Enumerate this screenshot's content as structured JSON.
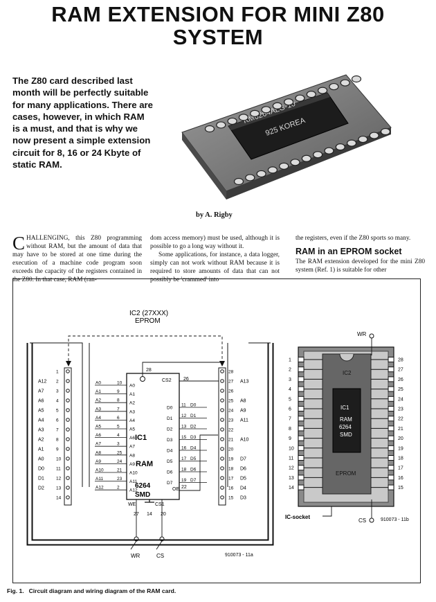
{
  "article": {
    "title_line1": "RAM EXTENSION FOR MINI Z80",
    "title_line2": "SYSTEM",
    "intro": "The Z80 card described last month will be perfectly suitable for many applications. There are cases, however, in which RAM is a must, and that is why we now present a simple extension circuit for 8, 16 or 24 Kbyte of static RAM.",
    "byline": "by A. Rigby",
    "col1_dropcap": "C",
    "col1_text": "HALLENGING, this Z80 programming without RAM, but the amount of data that may have to be stored at one time during the execution of a machine code program soon exceeds the capacity of the registers contained in the Z80. In that case, RAM (ran-",
    "col2_p1": "dom access memory) must be used, although it is possible to go a long way without it.",
    "col2_p2": "Some applications, for instance, a data logger, simply can not work without RAM because it is required to store amounts of data that can not possibly be 'crammed' into",
    "col3_p1": "the registers, even if the Z80 sports so many.",
    "col3_heading": "RAM in an EPROM socket",
    "col3_p2": "The RAM extension developed for the mini Z80 system (Ref. 1) is suitable for other"
  },
  "photo": {
    "chip_line1": "KM6264ALG-10",
    "chip_line2": "925 KOREA"
  },
  "figure": {
    "caption_label": "Fig. 1.",
    "caption_text": "Circuit diagram and wiring diagram of the RAM card.",
    "schematic": {
      "eprom_label": "IC2 (27XXX)",
      "eprom_sub": "EPROM",
      "ic1_name": "IC1",
      "ic1_type": "RAM",
      "ic1_part": "6264",
      "ic1_pkg": "SMD",
      "left_labels": [
        "A12",
        "A7",
        "A6",
        "A5",
        "A4",
        "A3",
        "A2",
        "A1",
        "A0",
        "D0",
        "D1",
        "D2"
      ],
      "left_pins": [
        "1",
        "2",
        "3",
        "4",
        "5",
        "6",
        "7",
        "8",
        "9",
        "10",
        "11",
        "12",
        "13",
        "14"
      ],
      "ic_left_in": [
        "A0",
        "A1",
        "A2",
        "A3",
        "A4",
        "A5",
        "A6",
        "A7",
        "A8",
        "A9",
        "A10",
        "A11",
        "A12"
      ],
      "ic_left_num": [
        "10",
        "9",
        "8",
        "7",
        "6",
        "5",
        "4",
        "3",
        "25",
        "24",
        "21",
        "23",
        "2"
      ],
      "ic_left_pin": [
        "A0",
        "A1",
        "A2",
        "A3",
        "A4",
        "A5",
        "A6",
        "A7",
        "A8",
        "A9",
        "A10",
        "A11",
        "A12"
      ],
      "ic_right_out": [
        "D0",
        "D1",
        "D2",
        "D3",
        "D4",
        "D5",
        "D6",
        "D7"
      ],
      "ic_right_num": [
        "11",
        "12",
        "13",
        "15",
        "16",
        "17",
        "18",
        "19"
      ],
      "ic_right_lbl": [
        "D0",
        "D1",
        "D2",
        "D3",
        "D4",
        "D5",
        "D6",
        "D7"
      ],
      "right_pins": [
        "28",
        "27",
        "26",
        "25",
        "24",
        "23",
        "22",
        "21",
        "20",
        "19",
        "18",
        "17",
        "16",
        "15"
      ],
      "right_labels": [
        "A13",
        "A8",
        "A9",
        "A11",
        "A10",
        "D7",
        "D6",
        "D5",
        "D4",
        "D3"
      ],
      "pin28": "28",
      "pin26_label": "26",
      "cs2": "CS2",
      "pin22": "22",
      "oe": "OE",
      "we": "WE",
      "cs1": "CS1",
      "pin27": "27",
      "pin14": "14",
      "pin20": "20",
      "wr": "WR",
      "cs": "CS",
      "fig_code": "910073 - 11a"
    },
    "wiring": {
      "wr": "WR",
      "cs": "CS",
      "ic2": "IC2",
      "ic1_name": "IC1",
      "ic1_type": "RAM",
      "ic1_part": "6264",
      "ic1_pkg": "SMD",
      "eprom": "EPROM",
      "socket": "IC-socket",
      "left_pins": [
        "1",
        "2",
        "3",
        "4",
        "5",
        "6",
        "7",
        "8",
        "9",
        "10",
        "11",
        "12",
        "13",
        "14"
      ],
      "right_pins": [
        "28",
        "27",
        "26",
        "25",
        "24",
        "23",
        "22",
        "21",
        "20",
        "19",
        "18",
        "17",
        "16",
        "15"
      ],
      "fig_code": "910073 - 11b"
    }
  }
}
